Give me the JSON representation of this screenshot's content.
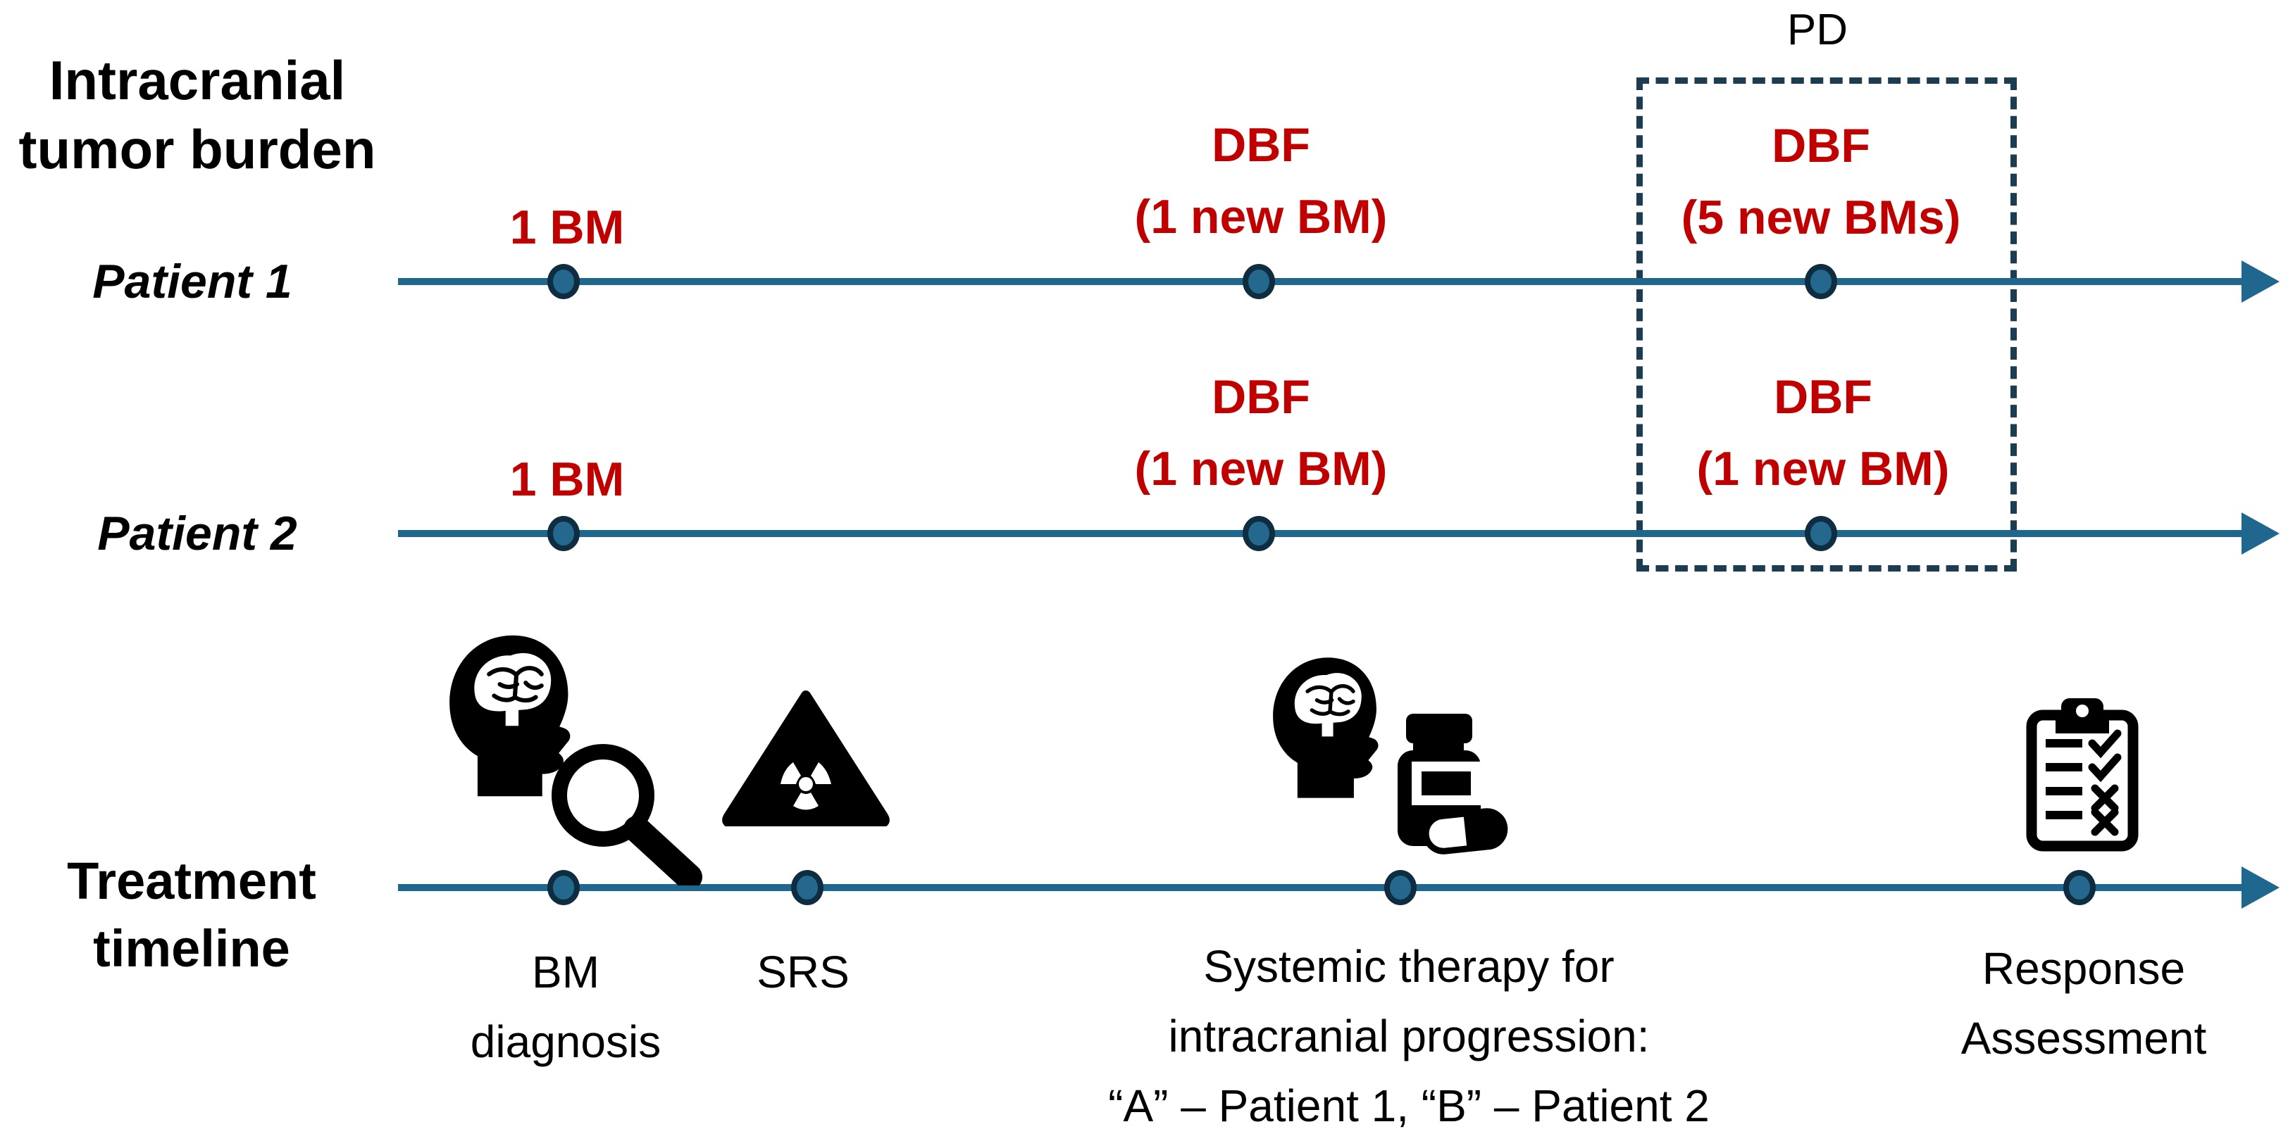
{
  "colors": {
    "line": "#20678f",
    "dot_fill": "#24688e",
    "dot_stroke": "#0f2d40",
    "dash": "#1c3c52",
    "red": "#c00000",
    "text": "#000000"
  },
  "left_labels": {
    "burden": [
      "Intracranial",
      "tumor burden"
    ],
    "patient1": "Patient 1",
    "patient2": "Patient 2",
    "treatment": [
      "Treatment",
      "timeline"
    ]
  },
  "pd_label": "PD",
  "patient1_events": {
    "e1": [
      "1 BM"
    ],
    "e2": [
      "DBF",
      "(1 new BM)"
    ],
    "e3": [
      "DBF",
      "(5 new BMs)"
    ]
  },
  "patient2_events": {
    "e1": [
      "1 BM"
    ],
    "e2": [
      "DBF",
      "(1 new BM)"
    ],
    "e3": [
      "DBF",
      "(1 new BM)"
    ]
  },
  "treatment_events": {
    "e1": [
      "BM",
      "diagnosis"
    ],
    "e2": [
      "SRS"
    ],
    "e3": [
      "Systemic therapy for",
      "intracranial progression:",
      "“A” – Patient 1, “B” – Patient 2"
    ],
    "e4": [
      "Response",
      "Assessment"
    ]
  },
  "icons": {
    "diagnosis": "head-brain-magnifier-icon",
    "srs": "radiation-warning-icon",
    "therapy": "head-brain-pill-bottle-icon",
    "assessment": "clipboard-checklist-icon"
  }
}
